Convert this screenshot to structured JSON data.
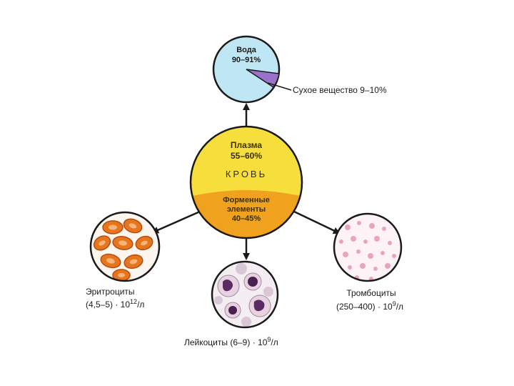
{
  "water": {
    "title": "Вода",
    "percent": "90–91%",
    "dry_matter_label": "Сухое вещество 9–10%",
    "fill_color": "#bfe6f5",
    "wedge_color": "#9a72c9"
  },
  "blood": {
    "plasma_title": "Плазма",
    "plasma_percent": "55–60%",
    "name": "КРОВЬ",
    "formed_title_1": "Форменные",
    "formed_title_2": "элементы",
    "formed_percent": "40–45%",
    "plasma_color": "#f6df3c",
    "formed_color": "#f0a21e"
  },
  "erythrocytes": {
    "name": "Эритроциты",
    "count_prefix": "(4,5–5) · 10",
    "count_exp": "12",
    "count_unit": "/л"
  },
  "leukocytes": {
    "name_prefix": "Лейкоциты (6–9) · 10",
    "count_exp": "9",
    "count_unit": "/л"
  },
  "thrombocytes": {
    "name": "Тромбоциты",
    "count_prefix": "(250–400) · 10",
    "count_exp": "9",
    "count_unit": "/л"
  },
  "outline_color": "#1a1a1a"
}
